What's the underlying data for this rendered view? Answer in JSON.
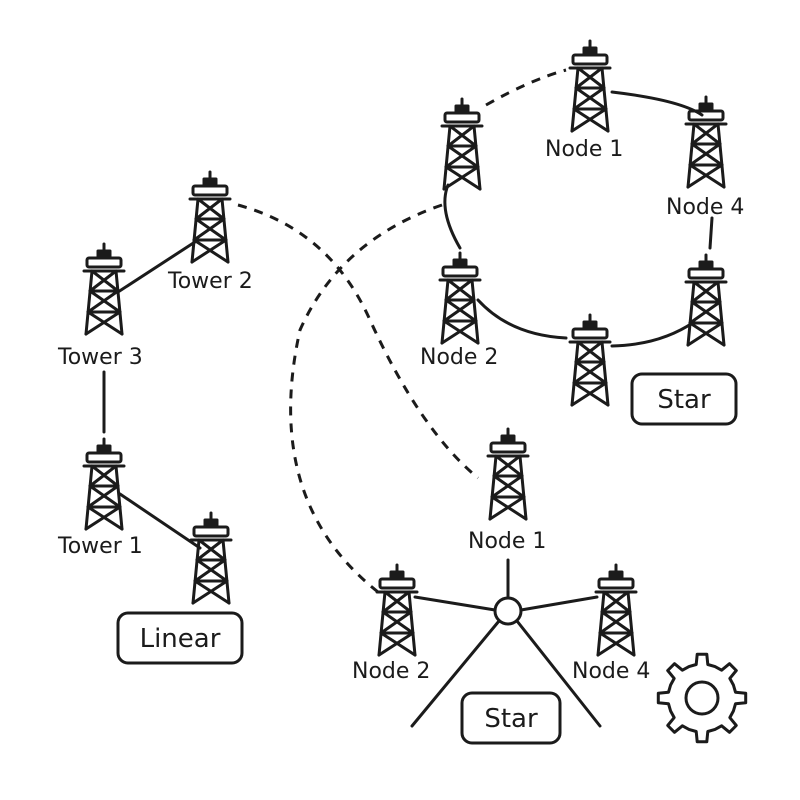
{
  "linear": {
    "badge": "Linear",
    "labels": {
      "tower2": "Tower 2",
      "tower3": "Tower 3",
      "tower1": "Tower 1"
    }
  },
  "ring": {
    "badge": "Star",
    "labels": {
      "node1": "Node 1",
      "node4": "Node 4",
      "node2": "Node 2"
    }
  },
  "star": {
    "badge": "Star",
    "labels": {
      "node1": "Node 1",
      "node2": "Node 2",
      "node4": "Node 4"
    }
  },
  "icons": {
    "tower": "tower-icon",
    "settings": "gear-icon"
  }
}
